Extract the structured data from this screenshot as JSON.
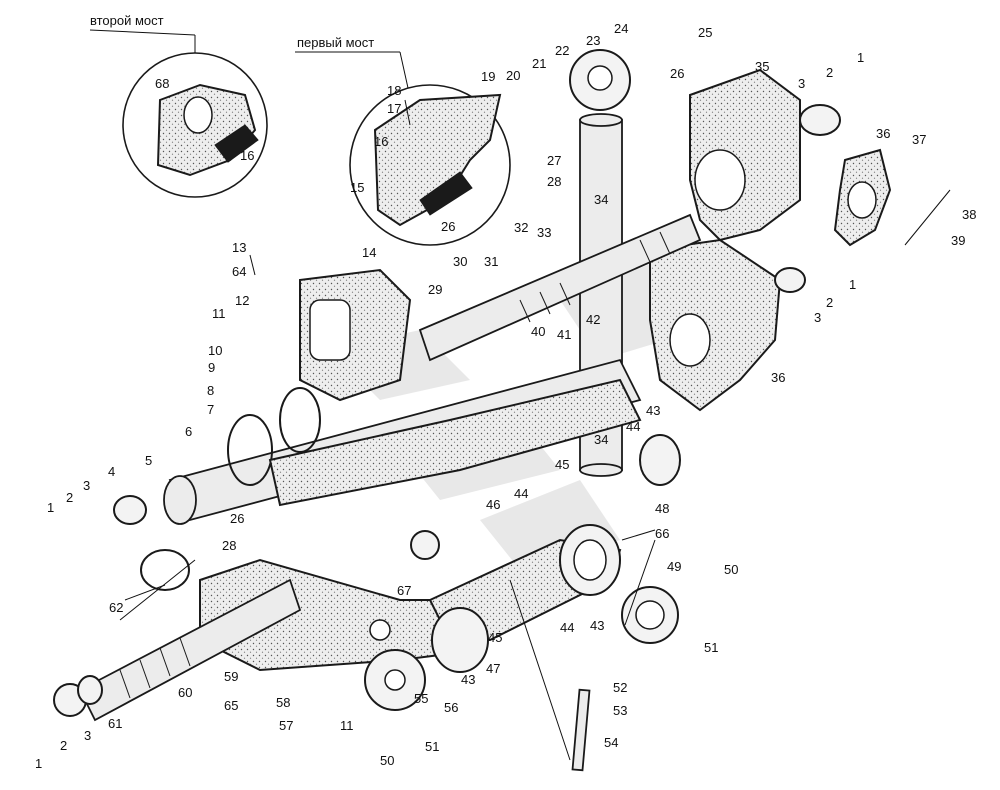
{
  "inset_titles": {
    "second_axle": "второй мост",
    "first_axle": "первый мост"
  },
  "callouts": [
    "68",
    "16",
    "18",
    "17",
    "16",
    "15",
    "14",
    "19",
    "20",
    "21",
    "22",
    "23",
    "24",
    "25",
    "26",
    "27",
    "28",
    "26",
    "32",
    "33",
    "34",
    "35",
    "3",
    "2",
    "1",
    "36",
    "37",
    "38",
    "39",
    "13",
    "64",
    "12",
    "11",
    "10",
    "9",
    "8",
    "7",
    "6",
    "5",
    "4",
    "3",
    "2",
    "1",
    "29",
    "30",
    "31",
    "40",
    "41",
    "42",
    "1",
    "2",
    "3",
    "36",
    "43",
    "44",
    "34",
    "45",
    "44",
    "26",
    "28",
    "46",
    "48",
    "66",
    "67",
    "62",
    "49",
    "50",
    "51",
    "44",
    "43",
    "45",
    "47",
    "43",
    "60",
    "59",
    "65",
    "58",
    "57",
    "11",
    "56",
    "55",
    "52",
    "53",
    "54",
    "61",
    "3",
    "2",
    "1",
    "51",
    "50"
  ]
}
